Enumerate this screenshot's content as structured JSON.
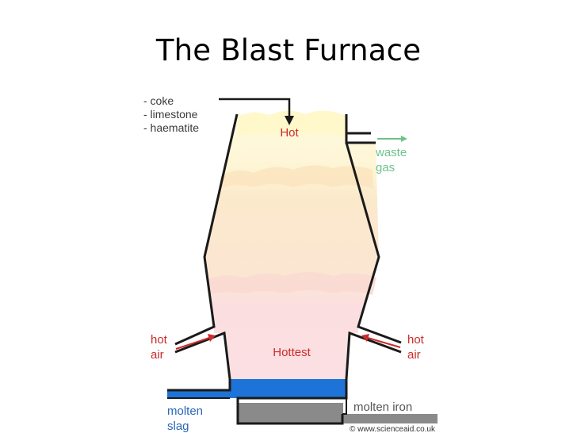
{
  "slide": {
    "title": "The Blast Furnace"
  },
  "diagram": {
    "inputs": [
      "- coke",
      "- limestone",
      "- haematite"
    ],
    "zone_top_label": "Hot",
    "zone_bottom_label": "Hottest",
    "waste_gas": {
      "line1": "waste",
      "line2": "gas"
    },
    "hot_air_left": {
      "line1": "hot",
      "line2": "air"
    },
    "hot_air_right": {
      "line1": "hot",
      "line2": "air"
    },
    "molten_slag": {
      "line1": "molten",
      "line2": "slag"
    },
    "molten_iron": "molten iron",
    "credit": "© www.scienceaid.co.uk"
  },
  "colors": {
    "label_dark": "#3a3a3a",
    "label_red": "#cc2b2b",
    "label_green": "#6fc28a",
    "label_blue": "#2a66b8",
    "label_grey": "#555555",
    "zone_hot": "#fdf7d6",
    "zone_mid": "#fbe9cf",
    "zone_hottest": "#fbe0e0",
    "slag_blue": "#1e73d8",
    "iron_grey": "#8a8a8a"
  }
}
